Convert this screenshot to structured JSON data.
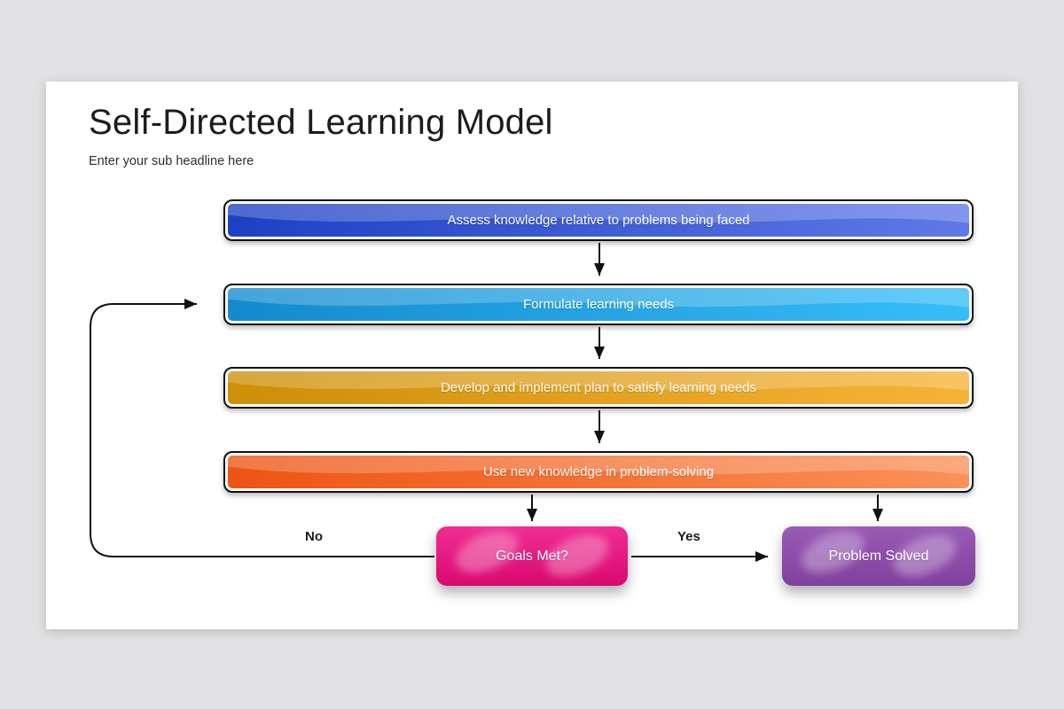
{
  "slide": {
    "title": "Self-Directed Learning Model",
    "subtitle": "Enter your sub headline here"
  },
  "steps": [
    {
      "label": "Assess knowledge relative to problems being faced",
      "color_start": "#1d40c4",
      "color_end": "#6079e6",
      "angle": 90
    },
    {
      "label": "Formulate learning needs",
      "color_start": "#138ace",
      "color_end": "#37bef8",
      "angle": 90
    },
    {
      "label": "Develop and implement plan to satisfy learning needs",
      "color_start": "#cc8f06",
      "color_end": "#f7b338",
      "angle": 90
    },
    {
      "label": "Use new knowledge in problem-solving",
      "color_start": "#ee5412",
      "color_end": "#fb9158",
      "angle": 90
    }
  ],
  "decision": {
    "label": "Goals Met?",
    "color_start": "#f02d95",
    "color_end": "#d9086f",
    "angle": 180
  },
  "outcome": {
    "label": "Problem Solved",
    "color_start": "#9a5bb5",
    "color_end": "#7f3f9e",
    "angle": 180
  },
  "branches": {
    "no": "No",
    "yes": "Yes"
  },
  "colors": {
    "canvas_bg": "#e2e2e4",
    "slide_bg": "#ffffff",
    "connector": "#111111",
    "step_border": "#111111",
    "step_text": "#ffffff",
    "title_text": "#1c1c1c",
    "subtitle_text": "#2e2e2e",
    "branch_label_text": "#1c1c1c"
  }
}
